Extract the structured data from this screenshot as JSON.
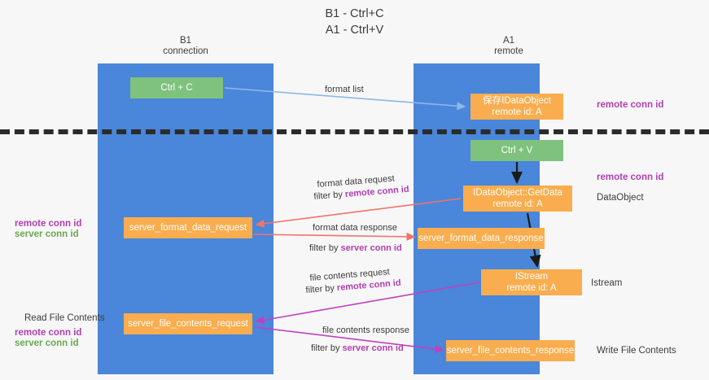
{
  "title": {
    "line1": "B1 - Ctrl+C",
    "line2": "A1 - Ctrl+V"
  },
  "columns": [
    {
      "id": "b1",
      "name": "B1",
      "role": "connection"
    },
    {
      "id": "a1",
      "name": "A1",
      "role": "remote"
    }
  ],
  "nodes": {
    "ctrl_c": "Ctrl + C",
    "save_idataobject_line1": "保存IDataObject",
    "save_idataobject_line2": "remote id: A",
    "ctrl_v": "Ctrl + V",
    "getdata_line1": "IDataObject::GetData",
    "getdata_line2": "remote id: A",
    "server_format_data_request": "server_format_data_request",
    "server_format_data_response": "server_format_data_response",
    "istream_line1": "IStream",
    "istream_line2": "remote id: A",
    "server_file_contents_request": "server_file_contents_request",
    "server_file_contents_response": "server_file_contents_response"
  },
  "edge_labels": {
    "format_list": "format list",
    "format_data_request": "format data request",
    "format_data_request_filter_prefix": "filter by ",
    "format_data_request_filter_value": "remote conn id",
    "format_data_response": "format data response",
    "format_data_response_filter_prefix": "filter by ",
    "format_data_response_filter_value": "server conn id",
    "file_contents_request": "file contents request",
    "file_contents_request_filter_prefix": "filter by ",
    "file_contents_request_filter_value": "remote conn id",
    "file_contents_response": "file contents response",
    "file_contents_response_filter_prefix": "filter by ",
    "file_contents_response_filter_value": "server conn id"
  },
  "annotations": {
    "right_remote_conn_id_top": "remote conn id",
    "right_remote_conn_id_mid": "remote conn id",
    "right_dataobject": "DataObject",
    "right_istream": "Istream",
    "right_write_file_contents": "Write File Contents",
    "left_remote_conn_id_top": "remote conn id",
    "left_server_conn_id_top": "server conn id",
    "left_read_file_contents": "Read File Contents",
    "left_remote_conn_id_bottom": "remote conn id",
    "left_server_conn_id_bottom": "server conn id"
  },
  "colors": {
    "panel_blue": "#4a86d9",
    "node_green": "#7ec27e",
    "node_orange": "#f9ad4e",
    "arrow_lightblue": "#8bb8e8",
    "arrow_red": "#f0736a",
    "arrow_magenta": "#c040c0",
    "arrow_black": "#1a1a1a",
    "tag_remote": "#b23fb2",
    "tag_server": "#6aa84f",
    "separator": "#2b2b2b",
    "background": "#f7f7f7",
    "text": "#3c3c3c"
  }
}
